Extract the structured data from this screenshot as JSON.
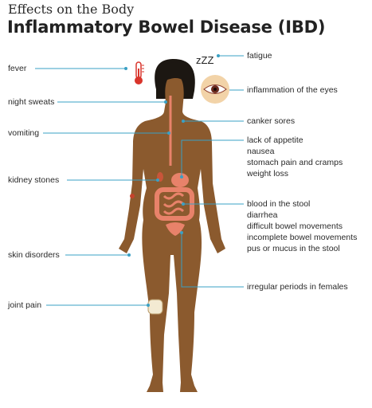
{
  "header": {
    "subtitle": "Effects on the Body",
    "title": "Inflammatory Bowel Disease (IBD)"
  },
  "labels_left": {
    "fever": "fever",
    "night_sweats": "night sweats",
    "vomiting": "vomiting",
    "kidney_stones": "kidney stones",
    "skin_disorders": "skin disorders",
    "joint_pain": "joint pain"
  },
  "labels_right": {
    "fatigue": "fatigue",
    "eye_inflammation": "inflammation of the eyes",
    "canker_sores": "canker sores",
    "digestive_group": [
      "lack of appetite",
      "nausea",
      "stomach pain and cramps",
      "weight loss"
    ],
    "bowel_group": [
      "blood in the stool",
      "diarrhea",
      "difficult bowel movements",
      "incomplete bowel movements",
      "pus or mucus in the stool"
    ],
    "irregular_periods": "irregular periods in females"
  },
  "icons": {
    "fatigue": "sleep-zzz-icon",
    "sleep_letters": "zZZ",
    "fever": "thermometer-icon",
    "eye": "inflamed-eye-icon"
  },
  "colors": {
    "skin": "#8b5a2e",
    "hair": "#1c1712",
    "leader_line": "#3aa0c4",
    "organ": "#e8826a",
    "thermometer": "#d9342b"
  }
}
